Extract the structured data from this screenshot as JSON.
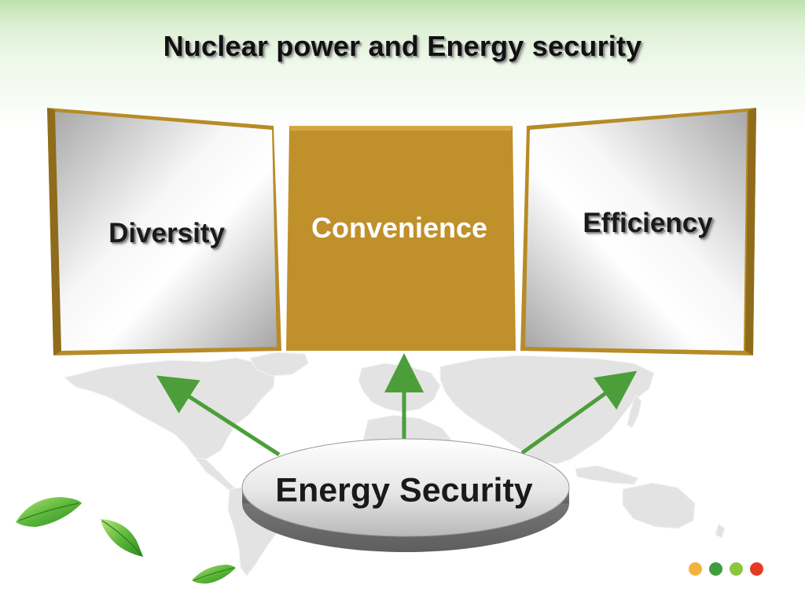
{
  "title": "Nuclear power and Energy security",
  "panels": {
    "left": {
      "label": "Diversity"
    },
    "center": {
      "label": "Convenience"
    },
    "right": {
      "label": "Efficiency"
    }
  },
  "center_ellipse": {
    "label": "Energy Security"
  },
  "colors": {
    "gold": "#c0902a",
    "arrow_green": "#4c9e3a",
    "leaf_green": "#5cb83a"
  },
  "footer_dots": [
    "#f2b33d",
    "#3f9d3c",
    "#8cc63f",
    "#e53b25"
  ]
}
